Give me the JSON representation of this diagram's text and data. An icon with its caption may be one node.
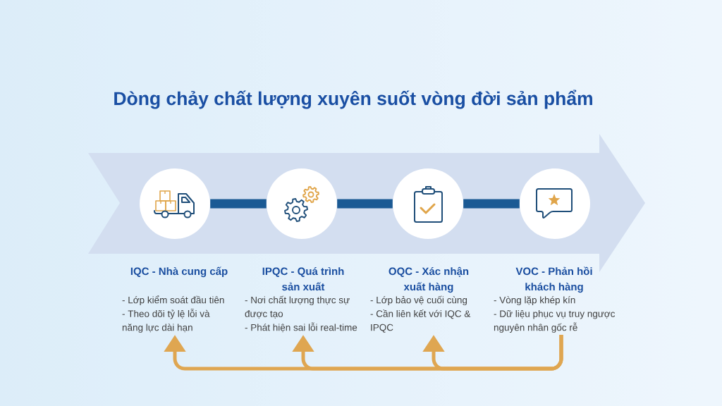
{
  "diagram": {
    "title": "Dòng chảy chất lượng xuyên suốt vòng đời sản phẩm",
    "nodes": [
      {
        "text": [],
        "shape": "circle"
      },
      {
        "text": [],
        "shape": "circle"
      },
      {
        "text": [],
        "shape": "circle"
      },
      {
        "text": [],
        "shape": "circle"
      },
      {
        "text": [
          "IQC - Nhà cung cấp",
          "- Lớp kiểm soát đầu tiên",
          "- Theo dõi tỷ lệ lỗi và năng lực dài hạn"
        ]
      },
      {
        "text": [
          "IPQC - Quá trình sản xuất",
          "- Nơi chất lượng thực sự được tạo",
          "- Phát hiện sai lỗi real-time"
        ]
      },
      {
        "text": [
          "OQC - Xác nhận xuất hàng",
          "- Lớp bảo vệ cuối cùng",
          "- Cần liên kết với IQC & IPQC"
        ]
      },
      {
        "text": [
          "VOC - Phản hồi khách hàng",
          "- Vòng lặp khép kín",
          "- Dữ liệu phục vụ truy ngược nguyên nhân gốc rễ"
        ]
      }
    ],
    "edges": [
      {
        "from": 0,
        "to": 1,
        "arrow": "none",
        "style": "thick",
        "color": "#1b5a94"
      },
      {
        "from": 1,
        "to": 2,
        "arrow": "none",
        "style": "thick",
        "color": "#1b5a94"
      },
      {
        "from": 2,
        "to": 3,
        "arrow": "none",
        "style": "thick",
        "color": "#1b5a94"
      },
      {
        "from": 7,
        "to": 4,
        "arrow": "to",
        "color": "#dfa651"
      },
      {
        "from": 7,
        "to": 5,
        "arrow": "to",
        "color": "#dfa651"
      },
      {
        "from": 7,
        "to": 6,
        "arrow": "to",
        "color": "#dfa651"
      }
    ]
  }
}
